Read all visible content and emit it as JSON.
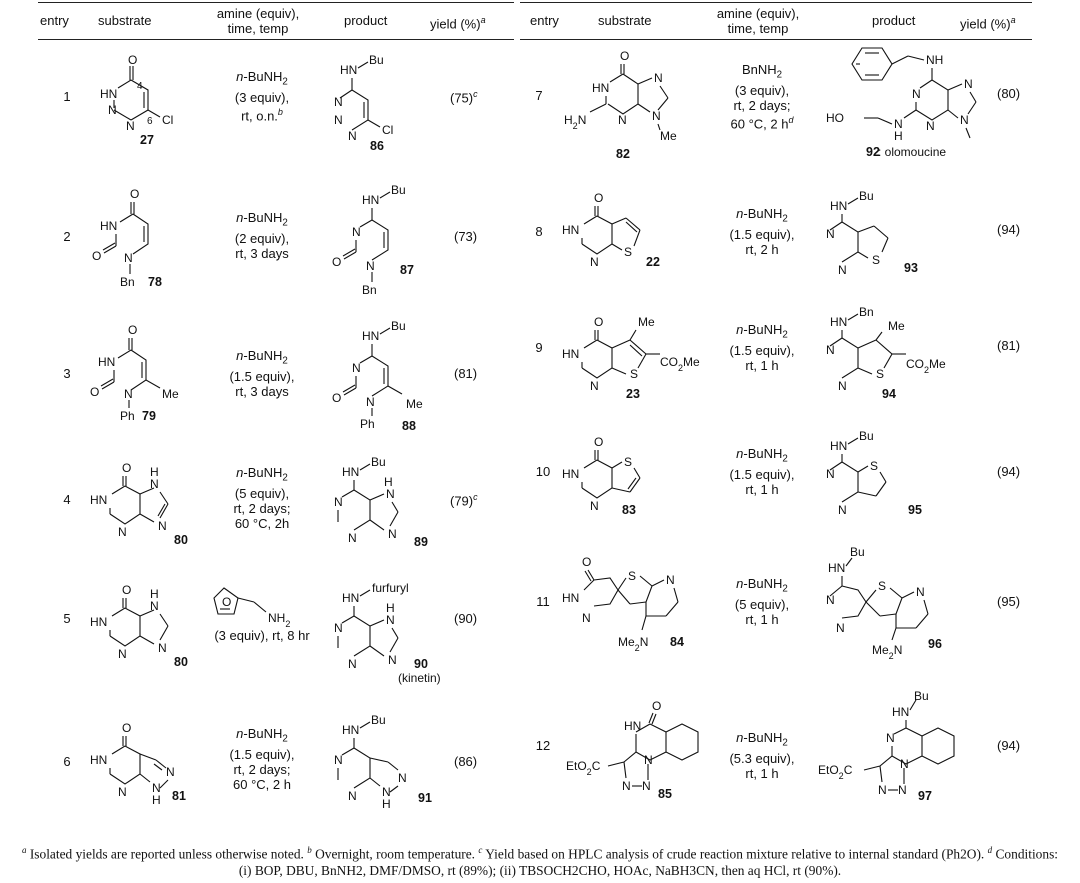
{
  "headers": {
    "entry": "entry",
    "substrate": "substrate",
    "amine_line1": "amine (equiv),",
    "amine_line2": "time, temp",
    "product": "product",
    "yield": "yield (%)",
    "yield_note": "a"
  },
  "rows": [
    {
      "entry": "1",
      "cond": [
        "n-BuNH2",
        "(3 equiv),",
        "rt, o.n."
      ],
      "cond_note": "b",
      "yield": "(75)",
      "yield_note": "c",
      "substrate_num": "27",
      "product_num": "86"
    },
    {
      "entry": "2",
      "cond": [
        "n-BuNH2",
        "(2 equiv),",
        "rt, 3 days"
      ],
      "yield": "(73)",
      "substrate_num": "78",
      "product_num": "87"
    },
    {
      "entry": "3",
      "cond": [
        "n-BuNH2",
        "(1.5 equiv),",
        "rt, 3 days"
      ],
      "yield": "(81)",
      "substrate_num": "79",
      "product_num": "88"
    },
    {
      "entry": "4",
      "cond": [
        "n-BuNH2",
        "(5 equiv),",
        "rt, 2 days;",
        "60 °C, 2h"
      ],
      "yield": "(79)",
      "yield_note": "c",
      "substrate_num": "80",
      "product_num": "89"
    },
    {
      "entry": "5",
      "cond": [
        "(3 equiv), rt, 8 hr"
      ],
      "yield": "(90)",
      "substrate_num": "80",
      "product_num": "90",
      "product_name": "(kinetin)",
      "amine_label": "NH2",
      "product_sub": "furfuryl"
    },
    {
      "entry": "6",
      "cond": [
        "n-BuNH2",
        "(1.5 equiv),",
        "rt, 2 days;",
        "60 °C, 2 h"
      ],
      "yield": "(86)",
      "substrate_num": "81",
      "product_num": "91"
    },
    {
      "entry": "7",
      "cond": [
        "BnNH2",
        "(3 equiv),",
        "rt, 2 days;",
        "60 °C, 2 h"
      ],
      "cond_note": "d",
      "yield": "(80)",
      "substrate_num": "82",
      "product_num": "92",
      "product_name": ": olomoucine"
    },
    {
      "entry": "8",
      "cond": [
        "n-BuNH2",
        "(1.5 equiv),",
        "rt, 2 h"
      ],
      "yield": "(94)",
      "substrate_num": "22",
      "product_num": "93"
    },
    {
      "entry": "9",
      "cond": [
        "n-BuNH2",
        "(1.5 equiv),",
        "rt, 1 h"
      ],
      "yield": "(81)",
      "substrate_num": "23",
      "product_num": "94"
    },
    {
      "entry": "10",
      "cond": [
        "n-BuNH2",
        "(1.5 equiv),",
        "rt, 1 h"
      ],
      "yield": "(94)",
      "substrate_num": "83",
      "product_num": "95"
    },
    {
      "entry": "11",
      "cond": [
        "n-BuNH2",
        "(5 equiv),",
        "rt, 1 h"
      ],
      "yield": "(95)",
      "substrate_num": "84",
      "product_num": "96"
    },
    {
      "entry": "12",
      "cond": [
        "n-BuNH2",
        "(5.3 equiv),",
        "rt, 1 h"
      ],
      "yield": "(94)",
      "substrate_num": "85",
      "product_num": "97"
    }
  ],
  "labels": {
    "HN": "HN",
    "N": "N",
    "NH": "NH",
    "H": "H",
    "O": "O",
    "S": "S",
    "Cl": "Cl",
    "Bu": "Bu",
    "Bn": "Bn",
    "Ph": "Ph",
    "Me": "Me",
    "CO2Me": "CO2Me",
    "EtO2C": "EtO2C",
    "Me2N": "Me2N",
    "HO": "HO",
    "H2N": "H2N",
    "NH2": "NH2",
    "four": "4",
    "six": "6"
  },
  "footnote": {
    "a": "Isolated yields are reported unless otherwise noted.",
    "b": "Overnight, room temperature.",
    "c": "Yield based on HPLC analysis of crude reaction mixture relative to internal standard (Ph2O).",
    "d": "Conditions: (i) BOP, DBU, BnNH2, DMF/DMSO, rt (89%); (ii) TBSOCH2CHO, HOAc, NaBH3CN, then aq HCl, rt (90%)."
  }
}
